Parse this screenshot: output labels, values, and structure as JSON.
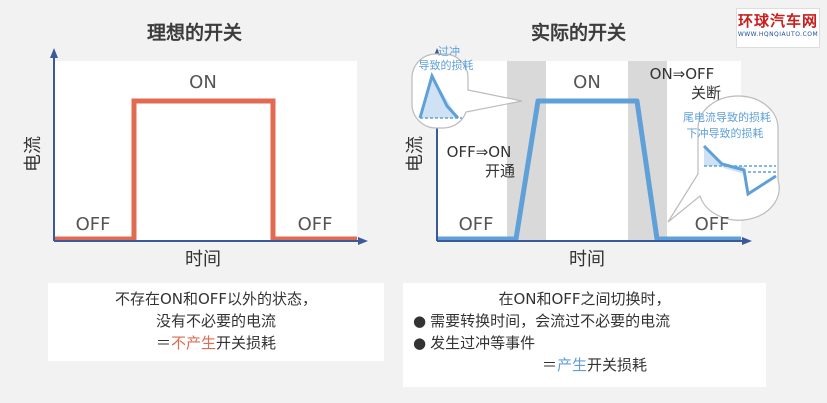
{
  "left_panel": {
    "title": "理想的开关",
    "y_label": "电流",
    "x_label": "时间",
    "label_on": "ON",
    "label_off_left": "OFF",
    "label_off_right": "OFF",
    "colors": {
      "pulse": "#e06b50",
      "axis": "#3a5a9a"
    }
  },
  "right_panel": {
    "title": "实际的开关",
    "y_label": "电流",
    "x_label": "时间",
    "label_on": "ON",
    "label_off_left": "OFF",
    "label_off_right": "OFF",
    "turn_on_label": "OFF⇒ON",
    "turn_on_sub": "开通",
    "turn_off_label": "ON⇒OFF",
    "turn_off_sub": "关断",
    "overshoot_callout": [
      "过冲",
      "导致的损耗"
    ],
    "tail_callout": [
      "尾电流导致的损耗",
      "下冲导致的损耗"
    ],
    "colors": {
      "pulse": "#5fa0d8",
      "shade": "#d9d9d9",
      "axis": "#3a5a9a"
    }
  },
  "logo": {
    "text": "环球汽车网",
    "sub": "WWW.HQNQIAUTO.COM"
  },
  "left_box": {
    "line1": "不存在ON和OFF以外的状态，",
    "line2": "没有不必要的电流",
    "line3_prefix": "＝",
    "line3_highlight": "不产生",
    "line3_suffix": "开关损耗"
  },
  "right_box": {
    "line1": "在ON和OFF之间切换时，",
    "bullet_symbol": "●",
    "bullet1": "需要转换时间，会流过不必要的电流",
    "bullet2": "发生过冲等事件",
    "line4_prefix": "＝",
    "line4_highlight": "产生",
    "line4_suffix": "开关损耗"
  }
}
